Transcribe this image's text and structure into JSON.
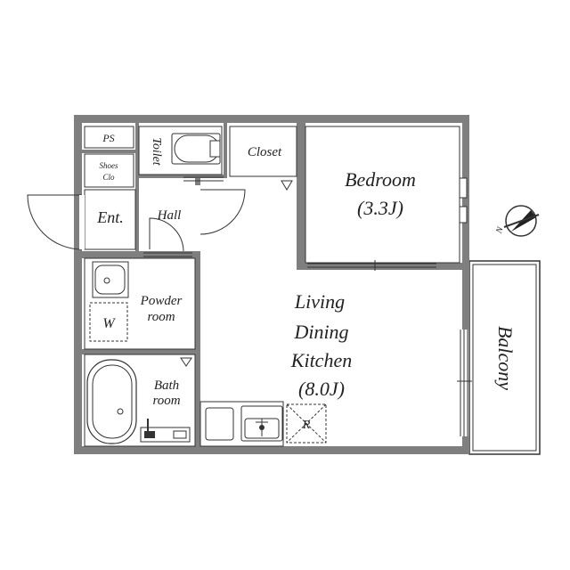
{
  "rooms": {
    "ps": "PS",
    "toilet": "Toilet",
    "closet": "Closet",
    "bedroom": {
      "name": "Bedroom",
      "size": "(3.3J)"
    },
    "shoes_line1": "Shoes",
    "shoes_line2": "Clo",
    "entrance": "Ent.",
    "hall": "Hall",
    "powder_line1": "Powder",
    "powder_line2": "room",
    "washer": "W",
    "ldk_line1": "Living",
    "ldk_line2": "Dining",
    "ldk_line3": "Kitchen",
    "ldk_size": "(8.0J)",
    "bath_line1": "Bath",
    "bath_line2": "room",
    "refrigerator": "R",
    "balcony": "Balcony"
  },
  "compass": {
    "label": "N"
  },
  "colors": {
    "wall": "#7f7f7f",
    "line": "#333333",
    "background": "#ffffff"
  }
}
